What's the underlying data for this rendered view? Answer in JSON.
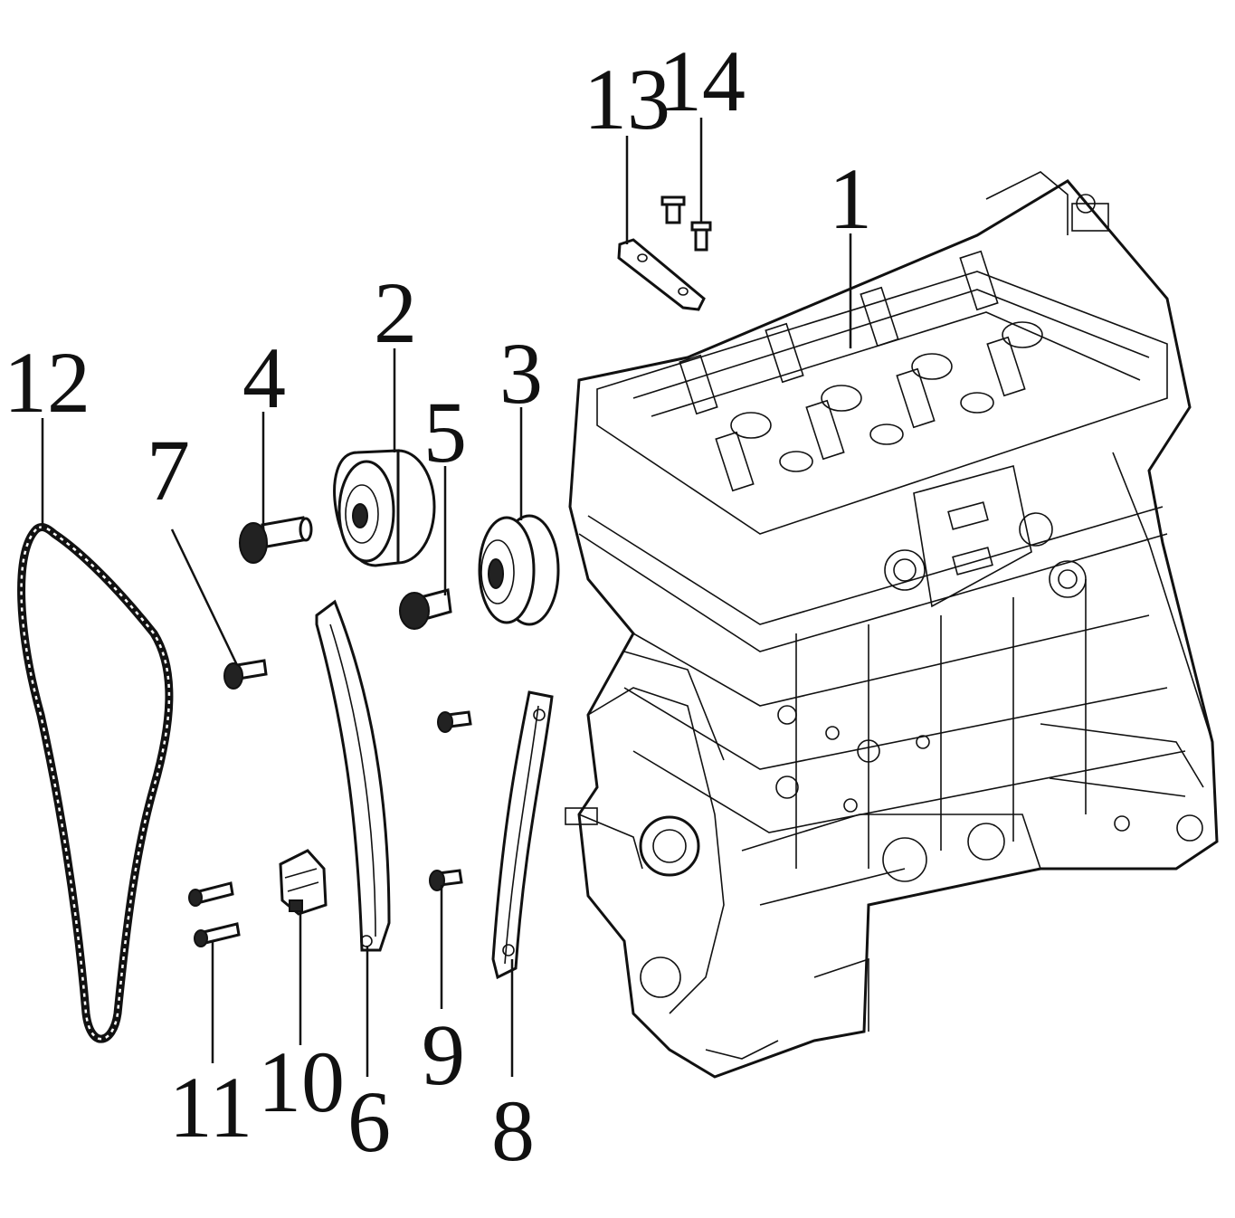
{
  "diagram": {
    "labels": {
      "part1": "1",
      "part2": "2",
      "part3": "3",
      "part4": "4",
      "part5": "5",
      "part6": "6",
      "part7": "7",
      "part8": "8",
      "part9": "9",
      "part10": "10",
      "part11": "11",
      "part12": "12",
      "part13": "13",
      "part14": "14"
    },
    "colors": {
      "ink": "#111111",
      "paper": "#ffffff"
    }
  }
}
